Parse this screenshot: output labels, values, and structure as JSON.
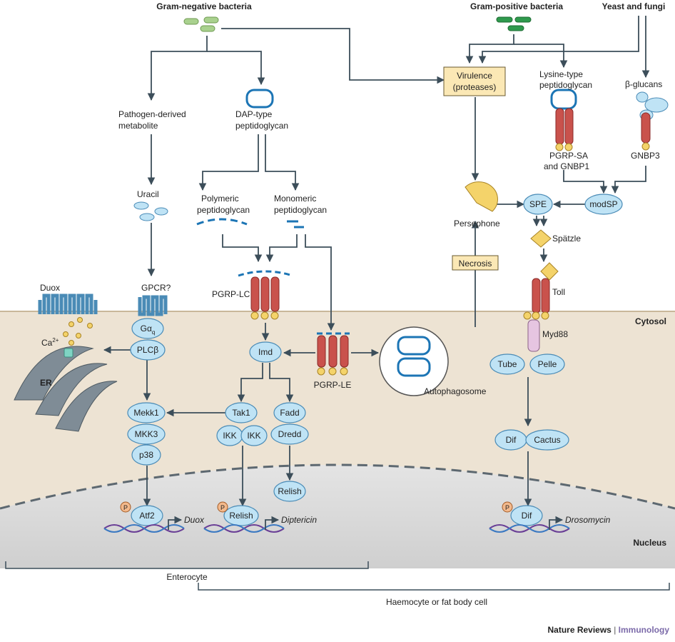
{
  "labels": {
    "gram_negative": "Gram-negative bacteria",
    "gram_positive": "Gram-positive bacteria",
    "yeast_fungi": "Yeast and fungi",
    "pathogen_metabolite_1": "Pathogen-derived",
    "pathogen_metabolite_2": "metabolite",
    "dap_1": "DAP-type",
    "dap_2": "peptidoglycan",
    "virulence_1": "Virulence",
    "virulence_2": "(proteases)",
    "lysine_1": "Lysine-type",
    "lysine_2": "peptidoglycan",
    "beta_glucans": "β-glucans",
    "uracil": "Uracil",
    "polymeric_1": "Polymeric",
    "polymeric_2": "peptidoglycan",
    "monomeric_1": "Monomeric",
    "monomeric_2": "peptidoglycan",
    "pgrp_sa_1": "PGRP-SA",
    "pgrp_sa_2": "and GNBP1",
    "gnbp3": "GNBP3",
    "persephone": "Persephone",
    "spe": "SPE",
    "modsp": "modSP",
    "spatzle": "Spätzle",
    "duox": "Duox",
    "gpcr": "GPCR?",
    "pgrp_lc": "PGRP-LC",
    "necrosis": "Necrosis",
    "toll": "Toll",
    "cytosol": "Cytosol",
    "ca": "Ca",
    "ca_sup": "2+",
    "gaq": "Gα",
    "gaq_sub": "q",
    "plcb": "PLCβ",
    "myd88": "Myd88",
    "imd": "Imd",
    "pgrp_le": "PGRP-LE",
    "autophagosome": "Autophagosome",
    "er": "ER",
    "tube": "Tube",
    "pelle": "Pelle",
    "mekk1": "Mekk1",
    "tak1": "Tak1",
    "fadd": "Fadd",
    "mkk3": "MKK3",
    "ikk_1": "IKK",
    "ikk_2": "IKK",
    "dredd": "Dredd",
    "p38": "p38",
    "dif": "Dif",
    "cactus": "Cactus",
    "relish_cyto": "Relish",
    "p_1": "P",
    "p_2": "P",
    "p_3": "P",
    "atf2": "Atf2",
    "duox_gene": "Duox",
    "relish_nuc": "Relish",
    "diptericin": "Diptericin",
    "dif_nuc": "Dif",
    "drosomycin": "Drosomycin",
    "nucleus": "Nucleus",
    "enterocyte": "Enterocyte",
    "haemocyte": "Haemocyte or fat body cell",
    "publisher_1": "Nature Reviews",
    "publisher_sep": " | ",
    "publisher_2": "Immunology"
  },
  "colors": {
    "cytosol_bg": "#ede3d3",
    "nucleus_bg": "#d9d9d9",
    "protein_fill": "#bfe3f5",
    "receptor": "#c9524c",
    "virulence_box": "#fbe8b5",
    "gram_negative": "#a9d18e",
    "gram_positive": "#2f9a4d",
    "dap_blue": "#1c75b5",
    "publisher_accent": "#7b6aa9"
  }
}
